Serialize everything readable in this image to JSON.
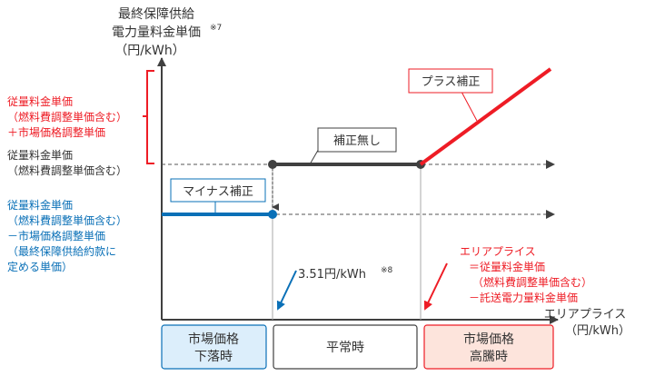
{
  "axes": {
    "y_label_lines": [
      "最終保障供給",
      "電力量料金単価",
      "（円/kWh）"
    ],
    "y_label_note": "※7",
    "x_label_lines": [
      "エリアプライス",
      "（円/kWh）"
    ]
  },
  "left_labels": {
    "upper": [
      "従量料金単価",
      "（燃料費調整単価含む）",
      "＋市場価格調整単価"
    ],
    "middle": [
      "従量料金単価",
      "（燃料費調整単価含む）"
    ],
    "lower": [
      "従量料金単価",
      "（燃料費調整単価含む）",
      "－市場価格調整単価",
      "（最終保障供給約款に",
      "定める単価）"
    ]
  },
  "callouts": {
    "no_correction": "補正無し",
    "minus_correction": "マイナス補正",
    "plus_correction": "プラス補正"
  },
  "threshold": {
    "value": "3.51円/kWh",
    "note": "※8"
  },
  "area_price_note": [
    "エリアプライス",
    "＝従量料金単価",
    "（燃料費調整単価含む）",
    "－託送電力量料金単価"
  ],
  "bottom_boxes": {
    "left": [
      "市場価格",
      "下落時"
    ],
    "middle": [
      "平常時"
    ],
    "right": [
      "市場価格",
      "高騰時"
    ]
  },
  "colors": {
    "red": "#ee1c25",
    "blue": "#0a70b7",
    "dark": "#404040",
    "left_box_fill": "#dceefb",
    "right_box_fill": "#fde4dc"
  }
}
